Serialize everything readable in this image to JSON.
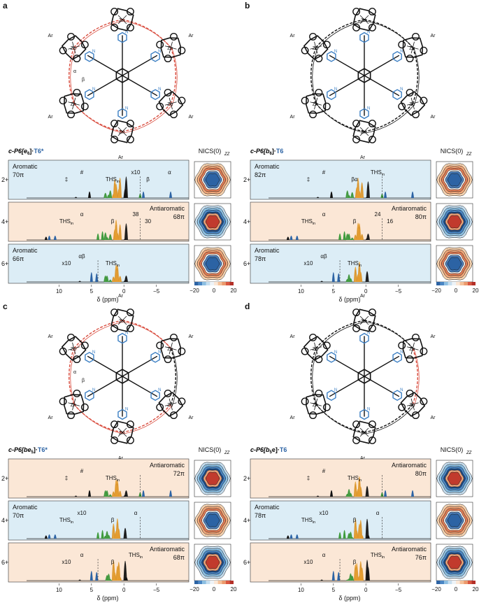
{
  "colors": {
    "aromatic_bg": "#dcedf6",
    "antiaromatic_bg": "#fbe7d6",
    "blue": "#2c63a4",
    "orange": "#e49b2c",
    "green": "#3e9b3c",
    "red": "#d94c3e",
    "black": "#111111",
    "pyridine": "#3c7fc3"
  },
  "panels": [
    {
      "letter": "a",
      "compound_prefix": "c-P6[e",
      "compound_sub": "6",
      "compound_mid": "]·",
      "template": "T6*",
      "nics": "NICS(0)zz",
      "axis": {
        "label": "δ (ppm)",
        "ticks": [
          "10",
          "5",
          "0",
          "−5"
        ]
      },
      "colorbar": {
        "ticks": [
          "−20",
          "0",
          "20"
        ]
      },
      "rows": [
        {
          "charge": "2+",
          "bg": "aromatic",
          "state": "Aromatic",
          "electrons": "70π",
          "labels": [
            "‡",
            "#",
            "THSin",
            "x10",
            "β",
            "α"
          ]
        },
        {
          "charge": "4+",
          "bg": "antiaromatic",
          "state": "Antiaromatic",
          "electrons": "68π",
          "labels": [
            "THSin",
            "α",
            "β",
            "38",
            "30"
          ]
        },
        {
          "charge": "6+",
          "bg": "aromatic",
          "state": "Aromatic",
          "electrons": "66π",
          "labels": [
            "x10",
            "αβ",
            "THSin"
          ]
        }
      ]
    },
    {
      "letter": "b",
      "compound_prefix": "c-P6[b",
      "compound_sub": "6",
      "compound_mid": "]·",
      "template": "T6",
      "nics": "NICS(0)zz",
      "axis": {
        "label": "δ (ppm)",
        "ticks": [
          "10",
          "5",
          "0",
          "−5"
        ]
      },
      "colorbar": {
        "ticks": [
          "−20",
          "0",
          "20"
        ]
      },
      "rows": [
        {
          "charge": "2+",
          "bg": "aromatic",
          "state": "Aromatic",
          "electrons": "82π",
          "labels": [
            "‡",
            "#",
            "βα",
            "THSin"
          ]
        },
        {
          "charge": "4+",
          "bg": "antiaromatic",
          "state": "Antiaromatic",
          "electrons": "80π",
          "labels": [
            "THSin",
            "α",
            "β",
            "24",
            "16"
          ]
        },
        {
          "charge": "6+",
          "bg": "aromatic",
          "state": "Aromatic",
          "electrons": "78π",
          "labels": [
            "x10",
            "αβ",
            "THSin"
          ]
        }
      ]
    },
    {
      "letter": "c",
      "compound_prefix": "c-P6[be",
      "compound_sub": "5",
      "compound_mid": "]·",
      "template": "T6*",
      "nics": "NICS(0)zz",
      "axis": {
        "label": "δ (ppm)",
        "ticks": [
          "10",
          "5",
          "0",
          "−5"
        ]
      },
      "colorbar": {
        "ticks": [
          "−20",
          "0",
          "20"
        ]
      },
      "rows": [
        {
          "charge": "2+",
          "bg": "antiaromatic",
          "state": "Antiaromatic",
          "electrons": "72π",
          "labels": [
            "‡",
            "#",
            "THSin"
          ]
        },
        {
          "charge": "4+",
          "bg": "aromatic",
          "state": "Aromatic",
          "electrons": "70π",
          "labels": [
            "THSin",
            "x10",
            "β",
            "α"
          ]
        },
        {
          "charge": "6+",
          "bg": "antiaromatic",
          "state": "Antiaromatic",
          "electrons": "68π",
          "labels": [
            "x10",
            "α",
            "β",
            "THSin"
          ]
        }
      ]
    },
    {
      "letter": "d",
      "compound_prefix": "c-P6[b",
      "compound_sub": "5",
      "compound_mid": "e]·",
      "template": "T6",
      "nics": "NICS(0)zz",
      "axis": {
        "label": "δ (ppm)",
        "ticks": [
          "10",
          "5",
          "0",
          "−5"
        ]
      },
      "colorbar": {
        "ticks": [
          "−20",
          "0",
          "20"
        ]
      },
      "rows": [
        {
          "charge": "2+",
          "bg": "antiaromatic",
          "state": "Antiaromatic",
          "electrons": "80π",
          "labels": [
            "‡",
            "#",
            "THSin"
          ]
        },
        {
          "charge": "4+",
          "bg": "aromatic",
          "state": "Aromatic",
          "electrons": "78π",
          "labels": [
            "THSin",
            "x10",
            "β",
            "α"
          ]
        },
        {
          "charge": "6+",
          "bg": "antiaromatic",
          "state": "Antiaromatic",
          "electrons": "76π",
          "labels": [
            "x10",
            "α",
            "β",
            "THSin"
          ]
        }
      ]
    }
  ],
  "structure_labels": {
    "ar": "Ar",
    "zn": "Zn",
    "n": "N",
    "alpha": "α",
    "beta": "β"
  }
}
